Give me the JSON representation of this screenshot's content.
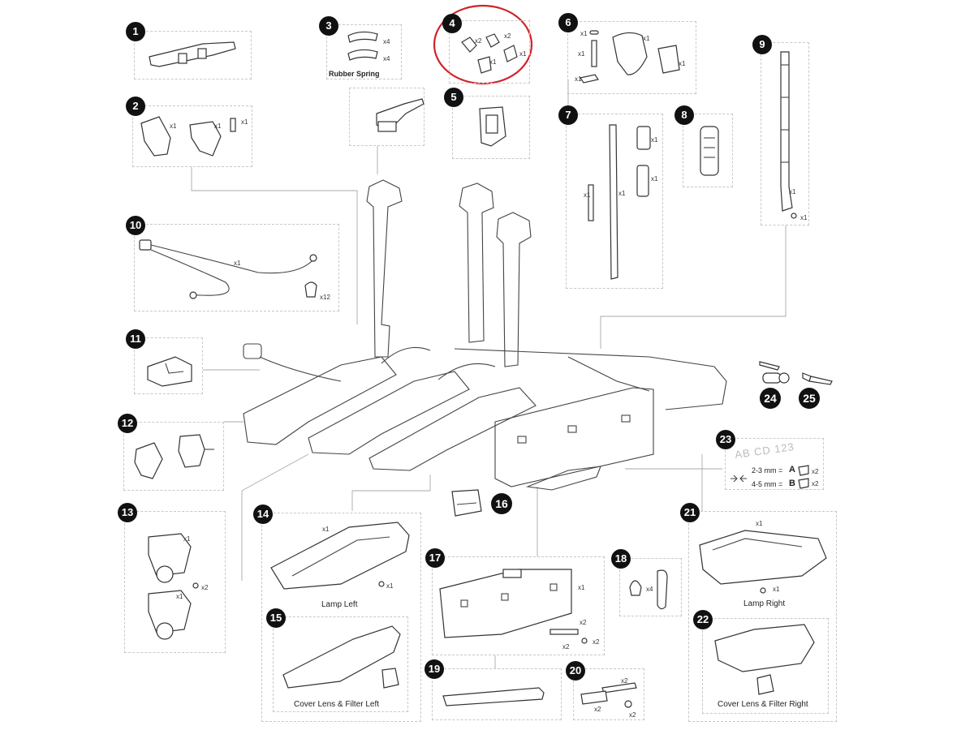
{
  "parts": {
    "p1": {
      "number": "1"
    },
    "p2": {
      "number": "2",
      "q1": "x1",
      "q2": "x1",
      "q3": "x1"
    },
    "p3": {
      "number": "3",
      "q1": "x4",
      "q2": "x4",
      "label": "Rubber Spring"
    },
    "p4": {
      "number": "4",
      "q1": "x2",
      "q2": "x2",
      "q3": "x1",
      "q4": "x1"
    },
    "p5": {
      "number": "5"
    },
    "p6": {
      "number": "6",
      "q1": "x1",
      "q2": "x1",
      "q3": "x1",
      "q4": "x1",
      "q5": "x1"
    },
    "p7": {
      "number": "7",
      "q1": "x1",
      "q2": "x1",
      "q3": "x1",
      "q4": "x1"
    },
    "p8": {
      "number": "8"
    },
    "p9": {
      "number": "9",
      "q1": "x1",
      "q2": "x1"
    },
    "p10": {
      "number": "10",
      "q1": "x1",
      "q2": "x12"
    },
    "p11": {
      "number": "11"
    },
    "p12": {
      "number": "12"
    },
    "p13": {
      "number": "13",
      "q1": "x1",
      "q2": "x2",
      "q3": "x1"
    },
    "p14": {
      "number": "14",
      "q1": "x1",
      "q2": "x1",
      "label": "Lamp Left"
    },
    "p15": {
      "number": "15",
      "label": "Cover Lens & Filter Left"
    },
    "p16": {
      "number": "16"
    },
    "p17": {
      "number": "17",
      "q1": "x1",
      "q2": "x2",
      "q3": "x2",
      "q4": "x2"
    },
    "p18": {
      "number": "18",
      "q1": "x4"
    },
    "p19": {
      "number": "19"
    },
    "p20": {
      "number": "20",
      "q1": "x2",
      "q2": "x2",
      "q3": "x2"
    },
    "p21": {
      "number": "21",
      "q1": "x1",
      "q2": "x1",
      "label": "Lamp Right"
    },
    "p22": {
      "number": "22",
      "label": "Cover Lens & Filter Right"
    },
    "p23": {
      "number": "23",
      "plate": "AB CD 123",
      "row1_range": "2-3 mm =",
      "row1_letter": "A",
      "row1_qty": "x2",
      "row2_range": "4-5 mm =",
      "row2_letter": "B",
      "row2_qty": "x2"
    },
    "p24": {
      "number": "24"
    },
    "p25": {
      "number": "25"
    }
  },
  "highlight": {
    "target": "4",
    "color": "#d0232a"
  }
}
